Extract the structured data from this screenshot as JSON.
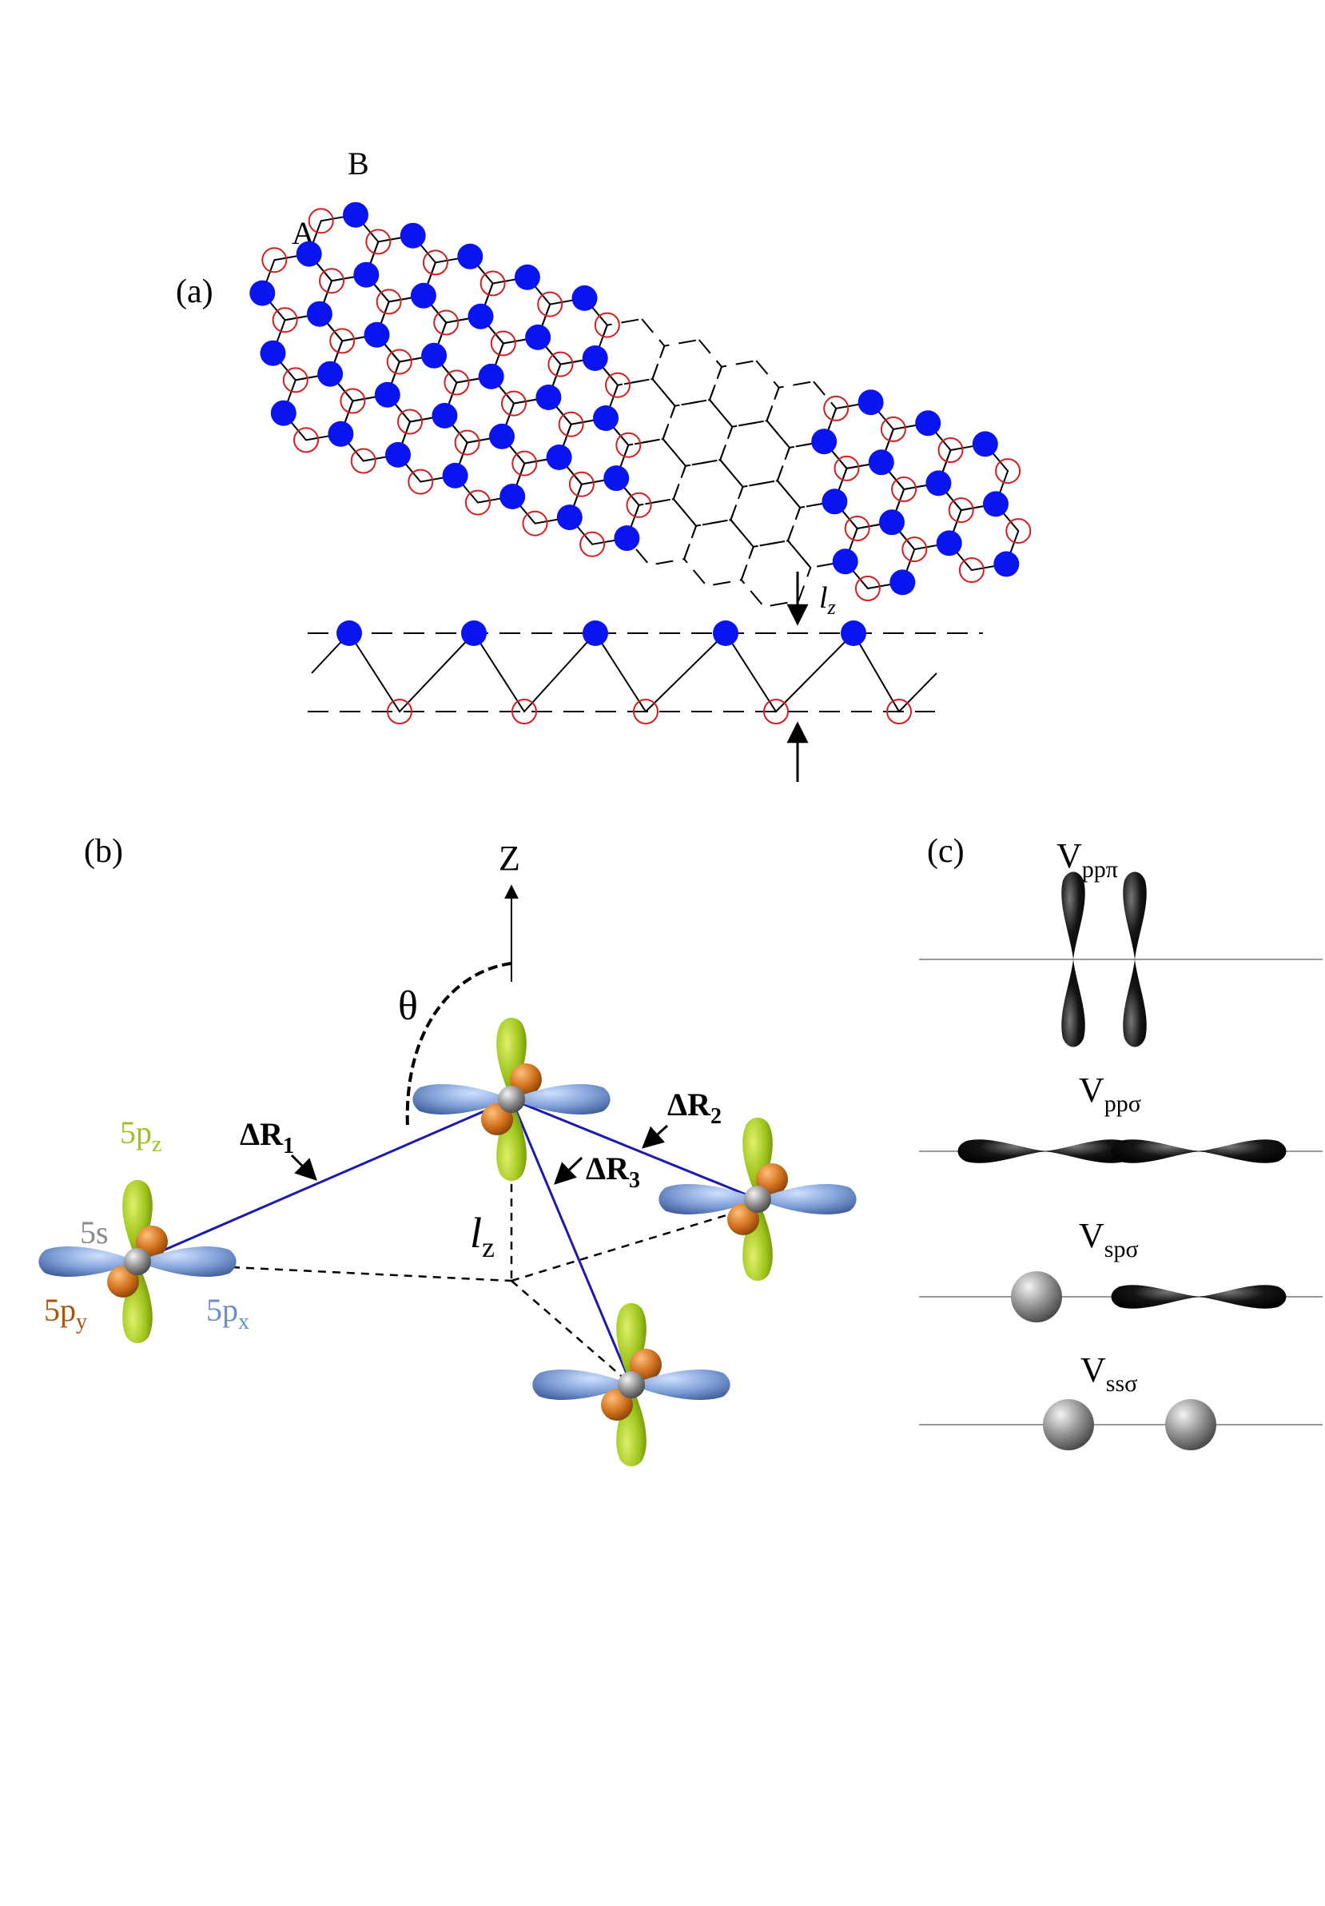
{
  "panel_a": {
    "label": "(a)",
    "sublattice_a": "A",
    "sublattice_b": "B",
    "buckle_label": "l",
    "buckle_sub": "z"
  },
  "panel_b": {
    "label": "(b)",
    "axis": "Z",
    "angle": "θ",
    "buckle_label": "l",
    "buckle_sub": "z",
    "vectors": [
      {
        "main": "ΔR",
        "sub": "1"
      },
      {
        "main": "ΔR",
        "sub": "2"
      },
      {
        "main": "ΔR",
        "sub": "3"
      }
    ],
    "orbitals": {
      "pz": {
        "main": "5p",
        "sub": "z"
      },
      "s": {
        "main": "5s"
      },
      "py": {
        "main": "5p",
        "sub": "y"
      },
      "px": {
        "main": "5p",
        "sub": "x"
      }
    }
  },
  "panel_c": {
    "label": "(c)",
    "bonds": [
      {
        "main": "V",
        "sub": "ppπ"
      },
      {
        "main": "V",
        "sub": "ppσ"
      },
      {
        "main": "V",
        "sub": "spσ"
      },
      {
        "main": "V",
        "sub": "ssσ"
      }
    ]
  },
  "colors": {
    "atom_a": "#0a14f0",
    "atom_b": "#d02020",
    "pz_lobe": "#9cc41a",
    "px_lobe": "#7f9fd6",
    "py_lobe": "#d0701c",
    "bond_vector": "#1a1ab0"
  }
}
